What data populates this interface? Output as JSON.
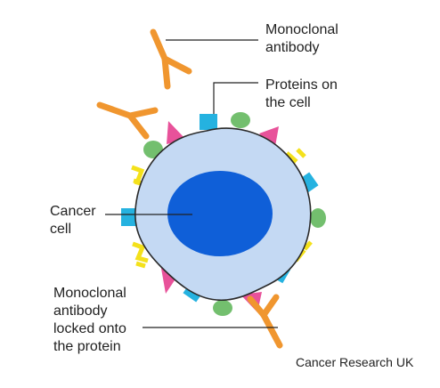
{
  "labels": {
    "monoclonal_antibody": "Monoclonal\nantibody",
    "proteins_on_cell": "Proteins on\nthe cell",
    "cancer_cell": "Cancer\ncell",
    "antibody_locked": "Monoclonal\nantibody\nlocked onto\nthe protein",
    "credit": "Cancer Research UK"
  },
  "colors": {
    "cytoplasm": "#c4d9f3",
    "nucleus": "#0f5fd8",
    "antibody": "#f0962f",
    "triangle_protein": "#e8529a",
    "square_protein": "#25b2e0",
    "round_protein": "#73bf6e",
    "yellow_receptor": "#f4e11b",
    "outline": "#2a2a2a"
  }
}
